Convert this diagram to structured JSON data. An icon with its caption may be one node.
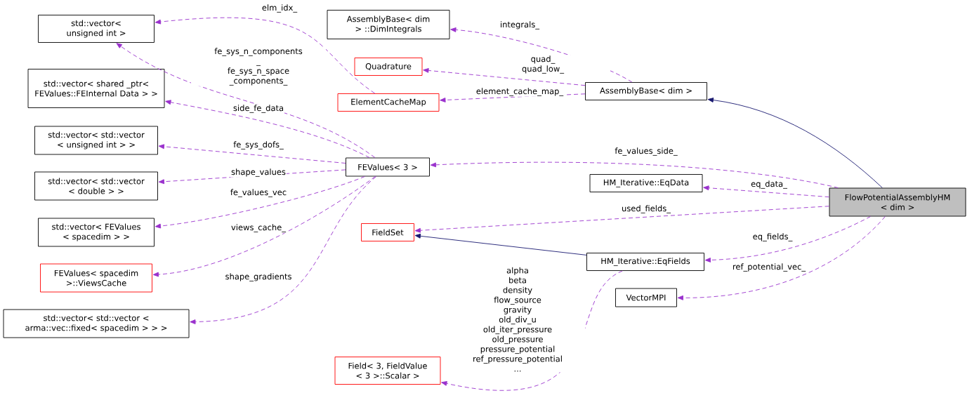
{
  "diagram": {
    "nodes": [
      {
        "text": [
          "std::vector< unsigned int >"
        ]
      },
      {
        "text": [
          "std::vector< shared _ptr< FEValues::FEInternal Data > >"
        ]
      },
      {
        "text": [
          "std::vector< std::vector < unsigned int > >"
        ]
      },
      {
        "text": [
          "std::vector< std::vector < double > >"
        ]
      },
      {
        "text": [
          "std::vector< FEValues < spacedim > >"
        ]
      },
      {
        "text": [
          "FEValues< spacedim >::ViewsCache"
        ]
      },
      {
        "text": [
          "std::vector< std::vector < arma::vec::fixed< spacedim > > >"
        ]
      },
      {
        "text": [
          "AssemblyBase< dim > ::DimIntegrals"
        ]
      },
      {
        "text": [
          "Quadrature"
        ]
      },
      {
        "text": [
          "ElementCacheMap"
        ]
      },
      {
        "text": [
          "FEValues< 3 >"
        ]
      },
      {
        "text": [
          "AssemblyBase< dim >"
        ]
      },
      {
        "text": [
          "HM_Iterative::EqData"
        ]
      },
      {
        "text": [
          "FlowPotentialAssemblyHM < dim >"
        ]
      },
      {
        "text": [
          "FieldSet"
        ]
      },
      {
        "text": [
          "HM_Iterative::EqFields"
        ]
      },
      {
        "text": [
          "VectorMPI"
        ]
      },
      {
        "text": [
          "Field< 3, FieldValue < 3 >::Scalar >"
        ]
      }
    ],
    "edges": [
      {
        "from": 13,
        "to": 11,
        "arrow": "to",
        "color": "#191970"
      },
      {
        "from": 15,
        "to": 14,
        "arrow": "to",
        "color": "#191970"
      },
      {
        "from": 13,
        "to": 10,
        "arrow": "to",
        "style": "dashed",
        "label": "fe_values_side_"
      },
      {
        "from": 13,
        "to": 12,
        "arrow": "to",
        "style": "dashed",
        "label": "eq_data_"
      },
      {
        "from": 13,
        "to": 14,
        "arrow": "to",
        "style": "dashed",
        "label": "used_fields_"
      },
      {
        "from": 13,
        "to": 15,
        "arrow": "to",
        "style": "dashed",
        "label": "eq_fields_"
      },
      {
        "from": 13,
        "to": 16,
        "arrow": "to",
        "style": "dashed",
        "label": "ref_potential_vec_"
      },
      {
        "from": 11,
        "to": 7,
        "arrow": "to",
        "style": "dashed",
        "label": "integrals_"
      },
      {
        "from": 11,
        "to": 8,
        "arrow": "to",
        "style": "dashed",
        "label": "quad_ quad_low_"
      },
      {
        "from": 11,
        "to": 9,
        "arrow": "to",
        "style": "dashed",
        "label": "element_cache_map_"
      },
      {
        "from": 9,
        "to": 0,
        "arrow": "to",
        "style": "dashed",
        "label": "elm_idx_"
      },
      {
        "from": 10,
        "to": 0,
        "arrow": "to",
        "style": "dashed",
        "label": "fe_sys_n_components _ fe_sys_n_space _components_"
      },
      {
        "from": 10,
        "to": 1,
        "arrow": "to",
        "style": "dashed",
        "label": "side_fe_data"
      },
      {
        "from": 10,
        "to": 2,
        "arrow": "to",
        "style": "dashed",
        "label": "fe_sys_dofs_"
      },
      {
        "from": 10,
        "to": 3,
        "arrow": "to",
        "style": "dashed",
        "label": "shape_values"
      },
      {
        "from": 10,
        "to": 4,
        "arrow": "to",
        "style": "dashed",
        "label": "fe_values_vec"
      },
      {
        "from": 10,
        "to": 5,
        "arrow": "to",
        "style": "dashed",
        "label": "views_cache_"
      },
      {
        "from": 10,
        "to": 6,
        "arrow": "to",
        "style": "dashed",
        "label": "shape_gradients"
      },
      {
        "from": 15,
        "to": 17,
        "arrow": "to",
        "style": "dashed",
        "label": "alpha beta density flow_source gravity old_div_u old_iter_pressure old_pressure pressure_potential ref_pressure_potential ..."
      }
    ]
  }
}
